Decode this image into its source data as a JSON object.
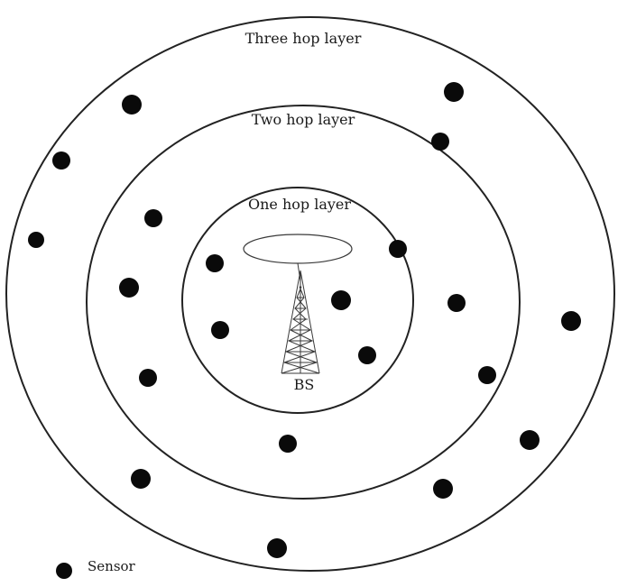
{
  "diagram": {
    "layers": [
      {
        "label": "Three hop layer"
      },
      {
        "label": "Two hop layer"
      },
      {
        "label": "One hop layer"
      }
    ],
    "base_station": {
      "label": "BS"
    },
    "legend": {
      "label": "Sensor"
    },
    "colors": {
      "ring": "#222222",
      "node": "#0a0a0a",
      "background": "#ffffff"
    }
  }
}
